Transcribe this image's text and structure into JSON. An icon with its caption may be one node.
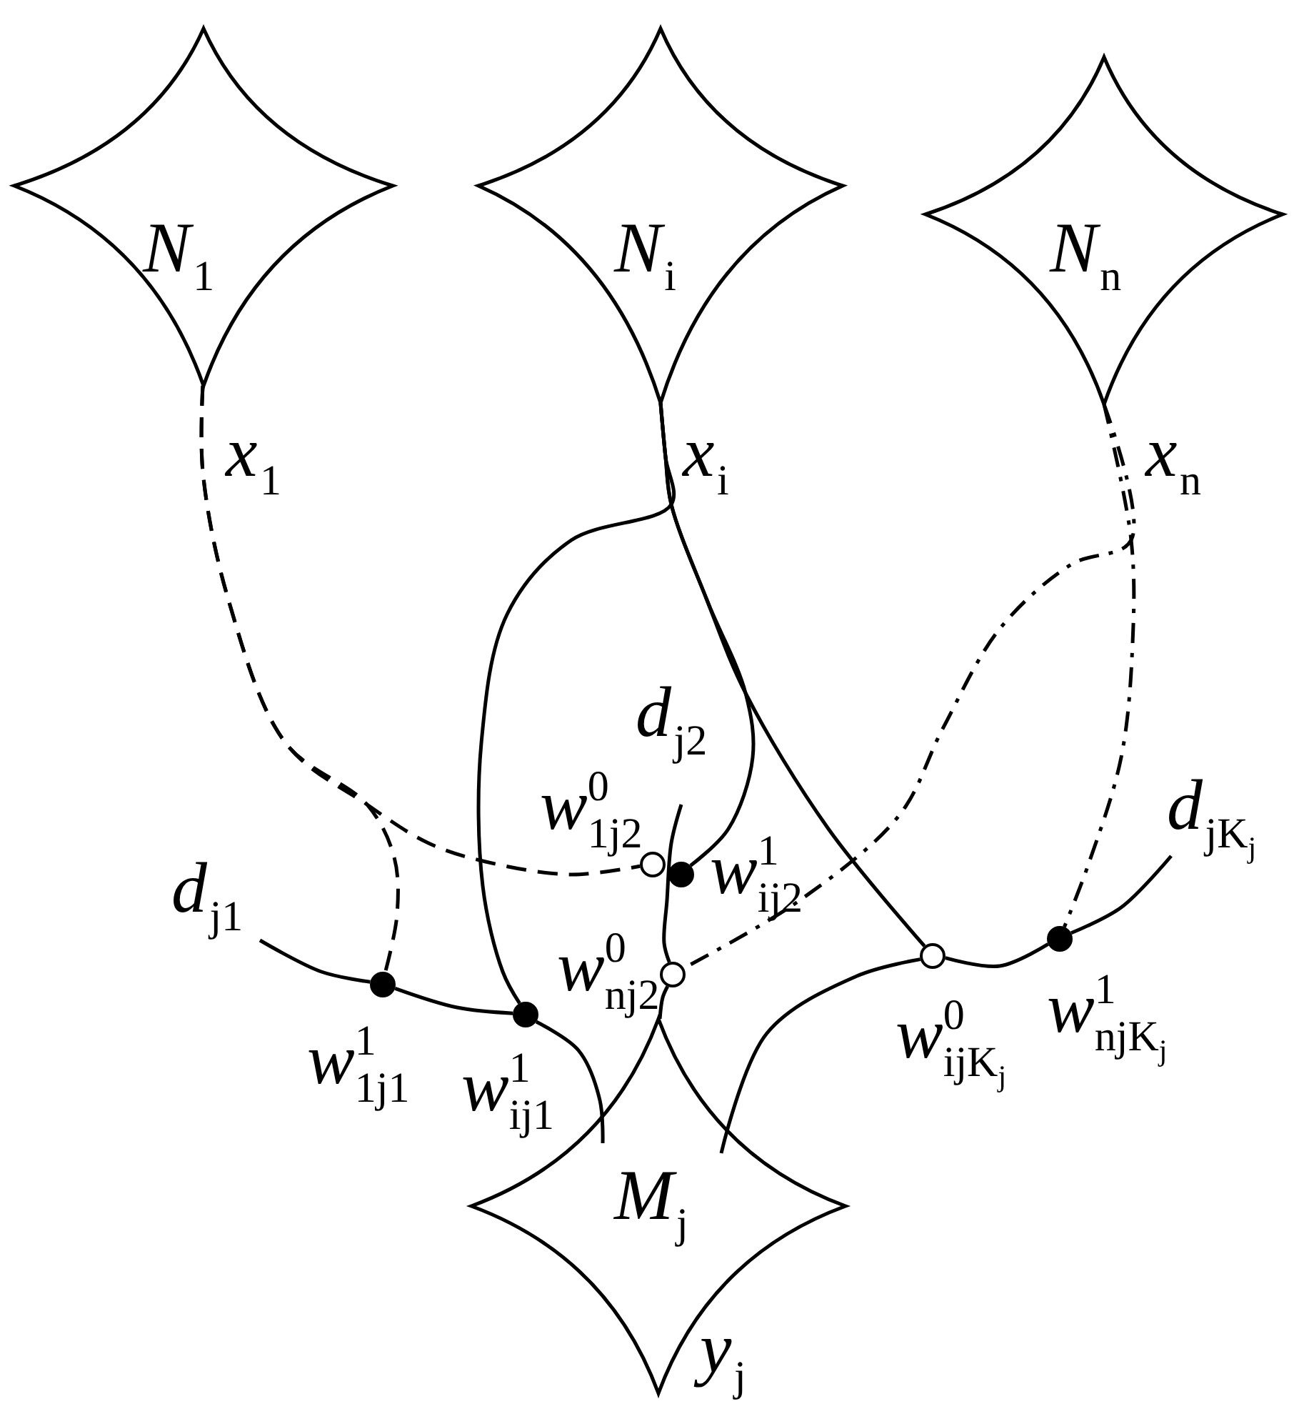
{
  "diagram": {
    "nodes": [
      {
        "text": [
          "*N*$_{1}$"
        ],
        "beside": [
          "*x*$_{1}$"
        ]
      },
      {
        "text": [
          "*N*$_{i}$"
        ],
        "beside": [
          "*x*$_{i}$"
        ]
      },
      {
        "text": [
          "*N*$_{n}$"
        ],
        "beside": [
          "*x*$_{n}$"
        ]
      },
      {
        "text": [
          "*d*$_{j2}$"
        ]
      },
      {
        "text": [
          "*d*$_{jK}$$_{j}$"
        ]
      },
      {
        "text": [],
        "shape": "circle",
        "beside": [
          "*w*$^{0}$$_{1j2}$"
        ]
      },
      {
        "text": [],
        "shape": "dot",
        "beside": [
          "*w*$^{1}$$_{ij2}$"
        ]
      },
      {
        "text": [
          "*d*$_{j1}$"
        ]
      },
      {
        "text": [],
        "shape": "dot",
        "beside": [
          "*w*$^{1}$$_{njK}$$_{j}$"
        ]
      },
      {
        "text": [],
        "shape": "circle",
        "beside": [
          "*w*$^{0}$$_{ijK}$$_{j}$"
        ]
      },
      {
        "text": [],
        "shape": "circle",
        "beside": [
          "*w*$^{0}$$_{nj2}$"
        ]
      },
      {
        "text": [],
        "shape": "dot",
        "beside": [
          "*w*$^{1}$$_{1j1}$"
        ]
      },
      {
        "text": [],
        "shape": "dot",
        "beside": [
          "*w*$^{1}$$_{ij1}$"
        ]
      },
      {
        "text": [
          "*M*$_{j}$"
        ],
        "beside": [
          "*y*$_{j}$"
        ]
      }
    ],
    "edges": [
      {
        "from": 0,
        "to": 11,
        "arrow": "none",
        "style": "dashed"
      },
      {
        "from": 0,
        "to": 5,
        "arrow": "none",
        "style": "dashed"
      },
      {
        "from": 1,
        "to": 12,
        "arrow": "none"
      },
      {
        "from": 1,
        "to": 6,
        "arrow": "none"
      },
      {
        "from": 1,
        "to": 9,
        "arrow": "none"
      },
      {
        "from": 2,
        "to": 8,
        "arrow": "none",
        "style": "dashed"
      },
      {
        "from": 2,
        "to": 10,
        "arrow": "none",
        "style": "dashed"
      },
      {
        "from": 7,
        "to": 11,
        "arrow": "none"
      },
      {
        "from": 11,
        "to": 12,
        "arrow": "none"
      },
      {
        "from": 12,
        "to": 13,
        "arrow": "none"
      },
      {
        "from": 3,
        "to": 10,
        "arrow": "none"
      },
      {
        "from": 10,
        "to": 13,
        "arrow": "none"
      },
      {
        "from": 4,
        "to": 8,
        "arrow": "none"
      },
      {
        "from": 8,
        "to": 9,
        "arrow": "none"
      },
      {
        "from": 9,
        "to": 13,
        "arrow": "none"
      }
    ]
  }
}
